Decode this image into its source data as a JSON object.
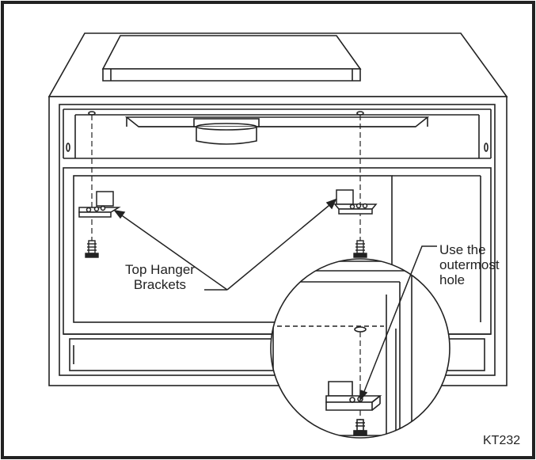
{
  "labels": {
    "brackets_line1": "Top Hanger",
    "brackets_line2": "Brackets",
    "hole_line1": "Use the",
    "hole_line2": "outermost",
    "hole_line3": "hole",
    "figure_code": "KT232"
  },
  "icons": [
    "screw-icon",
    "hanger-bracket-icon",
    "magnifier-circle"
  ],
  "colors": {
    "line": "#222222",
    "background": "#ffffff"
  }
}
